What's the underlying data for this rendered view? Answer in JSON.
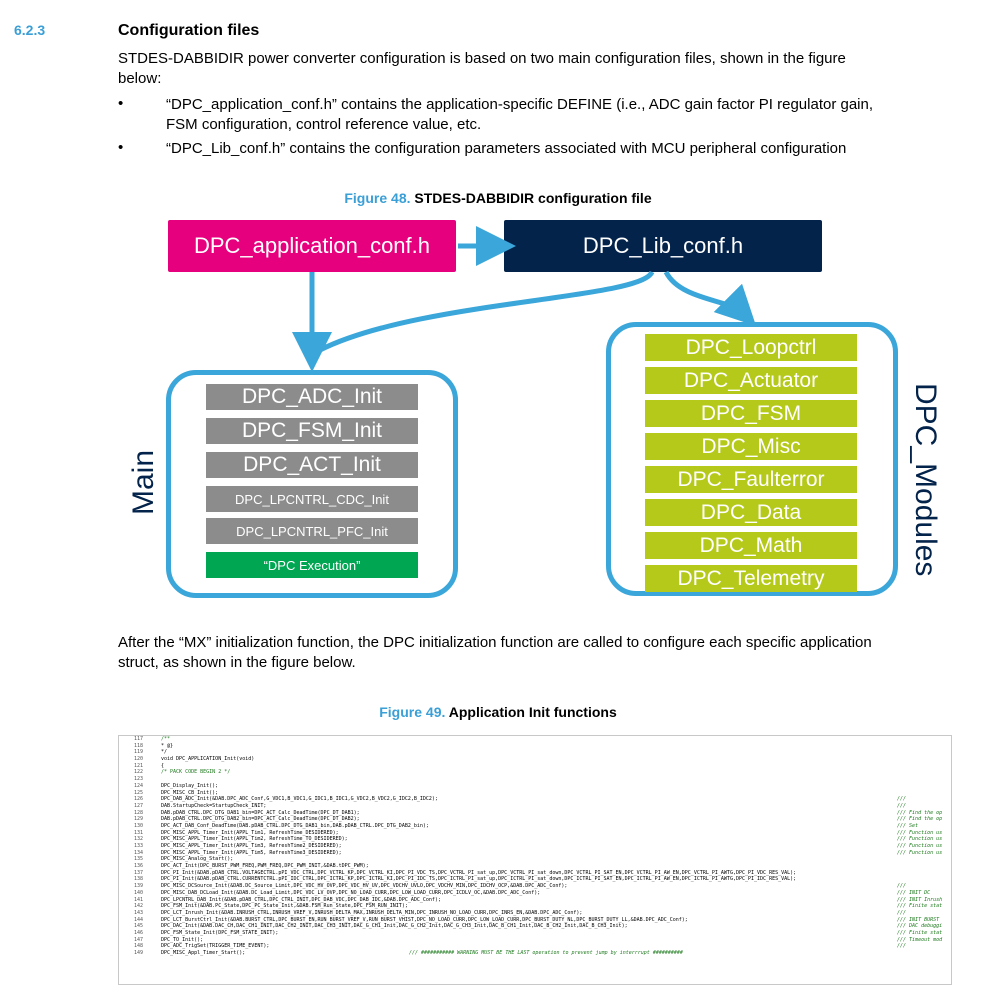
{
  "section": {
    "number": "6.2.3",
    "title": "Configuration files",
    "intro_line1": "STDES-DABBIDIR power converter configuration is based on two main configuration files, shown in the figure",
    "intro_line2": "below:",
    "bullets": [
      {
        "symbol": "•",
        "line1": "“DPC_application_conf.h” contains the application-specific DEFINE (i.e., ADC gain factor PI regulator gain,",
        "line2": "FSM configuration, control reference value, etc."
      },
      {
        "symbol": "•",
        "line1": "“DPC_Lib_conf.h” contains the configuration parameters associated with MCU peripheral configuration",
        "line2": ""
      }
    ]
  },
  "figure48": {
    "number": "Figure 48.",
    "title": "STDES-DABBIDIR configuration file",
    "app_conf": "DPC_application_conf.h",
    "lib_conf": "DPC_Lib_conf.h",
    "main_label": "Main",
    "modules_label": "DPC_Modules",
    "main_items": [
      "DPC_ADC_Init",
      "DPC_FSM_Init",
      "DPC_ACT_Init",
      "DPC_LPCNTRL_CDC_Init",
      "DPC_LPCNTRL_PFC_Init"
    ],
    "execution": "“DPC Execution”",
    "modules": [
      "DPC_Loopctrl",
      "DPC_Actuator",
      "DPC_FSM",
      "DPC_Misc",
      "DPC_Faulterror",
      "DPC_Data",
      "DPC_Math",
      "DPC_Telemetry"
    ],
    "colors": {
      "app": "#e6007e",
      "lib": "#03234b",
      "container": "#3aa6d9",
      "gray": "#8c8c8c",
      "exec": "#00a651",
      "module": "#b5c91a"
    }
  },
  "after_text": {
    "line1": "After the “MX” initialization function, the DPC initialization function are called to configure each specific application",
    "line2": "struct, as shown in the figure below."
  },
  "figure49": {
    "number": "Figure 49.",
    "title": "Application Init functions",
    "code_lines": [
      {
        "n": "117",
        "t": "/**",
        "c": ""
      },
      {
        "n": "118",
        "t": "  * @}",
        "c": ""
      },
      {
        "n": "119",
        "t": "  */",
        "c": ""
      },
      {
        "n": "120",
        "t": "void DPC_APPLICATION_Init(void)",
        "c": ""
      },
      {
        "n": "121",
        "t": "{",
        "c": ""
      },
      {
        "n": "122",
        "t": "  /* PACK CODE BEGIN 2 */",
        "c": ""
      },
      {
        "n": "123",
        "t": "",
        "c": ""
      },
      {
        "n": "124",
        "t": "  DPC_Display_Init();",
        "c": ""
      },
      {
        "n": "125",
        "t": "  DPC_MISC_CB_Init();",
        "c": ""
      },
      {
        "n": "126",
        "t": "  DPC_DAB_ADC_Init(&DAB.DPC_ADC_Conf,G_VDC1,B_VDC1,G_IDC1,B_IDC1,G_VDC2,B_VDC2,G_IDC2,B_IDC2);",
        "c": "///"
      },
      {
        "n": "127",
        "t": "  DAB.StartupCheck=StartupCheck_INIT;",
        "c": "///"
      },
      {
        "n": "128",
        "t": "  DAB.pDAB_CTRL.DPC_DTG_DAB1_bin=DPC_ACT_Calc_DeadTime(DPC_DT_DAB1);",
        "c": "/// Find the op"
      },
      {
        "n": "129",
        "t": "  DAB.pDAB_CTRL.DPC_DTG_DAB2_bin=DPC_ACT_Calc_DeadTime(DPC_DT_DAB2);",
        "c": "/// Find the op"
      },
      {
        "n": "130",
        "t": "  DPC_ACT_DAB_Conf_DeadTime(DAB.pDAB_CTRL.DPC_DTG_DAB1_bin,DAB.pDAB_CTRL.DPC_DTG_DAB2_bin);",
        "c": "/// Set"
      },
      {
        "n": "131",
        "t": "  DPC_MISC_APPL_Timer_Init(APPL_Tim1, RefreshTime_DESIDERED);",
        "c": "/// Function us"
      },
      {
        "n": "132",
        "t": "  DPC_MISC_APPL_Timer_Init(APPL_Tim2, RefreshTime_TO_DESIDERED);",
        "c": "/// Function us"
      },
      {
        "n": "133",
        "t": "  DPC_MISC_APPL_Timer_Init(APPL_Tim3, RefreshTime2_DESIDERED);",
        "c": "/// Function us"
      },
      {
        "n": "134",
        "t": "  DPC_MISC_APPL_Timer_Init(APPL_Tim5, RefreshTime3_DESIDERED);",
        "c": "/// Function us"
      },
      {
        "n": "135",
        "t": "  DPC_MISC_Analog_Start();",
        "c": ""
      },
      {
        "n": "136",
        "t": "  DPC_ACT_Init(DPC_BURST_PWM_FREQ,PWM_FREQ,DPC_PWM_INIT,&DAB.tDPC_PWM);",
        "c": ""
      },
      {
        "n": "137",
        "t": "  DPC_PI_Init(&DAB.pDAB_CTRL.VOLTAGECTRL.pPI_VDC_CTRL,DPC_VCTRL_KP,DPC_VCTRL_KI,DPC_PI_VDC_TS,DPC_VCTRL_PI_sat_up,DPC_VCTRL_PI_sat_down,DPC_VCTRL_PI_SAT_EN,DPC_VCTRL_PI_AW_EN,DPC_VCTRL_PI_AWTG,DPC_PI_VDC_RES_VAL);",
        "c": ""
      },
      {
        "n": "138",
        "t": "  DPC_PI_Init(&DAB.pDAB_CTRL.CURRENTCTRL.pPI_IDC_CTRL,DPC_ICTRL_KP,DPC_ICTRL_KI,DPC_PI_IDC_TS,DPC_ICTRL_PI_sat_up,DPC_ICTRL_PI_sat_down,DPC_ICTRL_PI_SAT_EN,DPC_ICTRL_PI_AW_EN,DPC_ICTRL_PI_AWTG,DPC_PI_IDC_RES_VAL);",
        "c": ""
      },
      {
        "n": "139",
        "t": "  DPC_MISC_DCSource_Init(&DAB.DC_Source_Limit,DPC_VDC_HV_OVP,DPC_VDC_HV_UV,DPC_VDCHV_UVLO,DPC_VDCHV_MIN,DPC_IDCHV_OCP,&DAB.DPC_ADC_Conf);",
        "c": "///"
      },
      {
        "n": "140",
        "t": "  DPC_MISC_DAB_DCLoad_Init(&DAB.DC_Load_Limit,DPC_VDC_LV_OVP,DPC_NO_LOAD_CURR,DPC_LOW_LOAD_CURR,DPC_ICDLV_OC,&DAB.DPC_ADC_Conf);",
        "c": "/// INIT DC"
      },
      {
        "n": "141",
        "t": "  DPC_LPCNTRL_DAB_Init(&DAB.pDAB_CTRL,DPC_CTRL_INIT,DPC_DAB_VDC,DPC_DAB_IDC,&DAB.DPC_ADC_Conf);",
        "c": "/// INIT Inrush"
      },
      {
        "n": "142",
        "t": "  DPC_FSM_Init(&DAB.PC_State,DPC_PC_State_Init,&DAB.FSM_Run_State,DPC_FSM_RUN_INIT);",
        "c": "/// Finite stat"
      },
      {
        "n": "143",
        "t": "  DPC_LCT_Inrush_Init(&DAB.INRUSH_CTRL,INRUSH_VREF_V,INRUSH_DELTA_MAX,INRUSH_DELTA_MIN,DPC_INRUSH_NO_LOAD_CURR,DPC_INRS_EN,&DAB.DPC_ADC_Conf);",
        "c": "///"
      },
      {
        "n": "144",
        "t": "  DPC_LCT_BurstCtrl_Init(&DAB.BURST_CTRL,DPC_BURST_EN,RUN_BURST_VREF_V,RUN_BURST_VHIST,DPC_NO_LOAD_CURR,DPC_LOW_LOAD_CURR,DPC_BURST_DUTY_NL,DPC_BURST_DUTY_LL,&DAB.DPC_ADC_Conf);",
        "c": "/// INIT BURST"
      },
      {
        "n": "145",
        "t": "  DPC_DAC_Init(&DAB.DAC_CH,DAC_CH1_INIT,DAC_CH2_INIT,DAC_CH3_INIT,DAC_G_CH1_Init,DAC_G_CH2_Init,DAC_G_CH3_Init,DAC_B_CH1_Init,DAC_B_CH2_Init,DAC_B_CH3_Init);",
        "c": "/// DAC debuggi"
      },
      {
        "n": "146",
        "t": "  DPC_FSM_State_Init(DPC_FSM_STATE_INIT);",
        "c": "/// Finite stat"
      },
      {
        "n": "147",
        "t": "  DPC_TO_Init();",
        "c": "/// Timeout mod"
      },
      {
        "n": "148",
        "t": "  DPC_ADC_TrigSet(TRIGGER_TIME_EVENT);",
        "c": "///"
      },
      {
        "n": "149",
        "t": "  DPC_MISC_Appl_Timer_Start();",
        "c": "/// ########### WARNING MUST BE THE LAST operation to prevent jump by interrrupt  ##########"
      }
    ]
  }
}
